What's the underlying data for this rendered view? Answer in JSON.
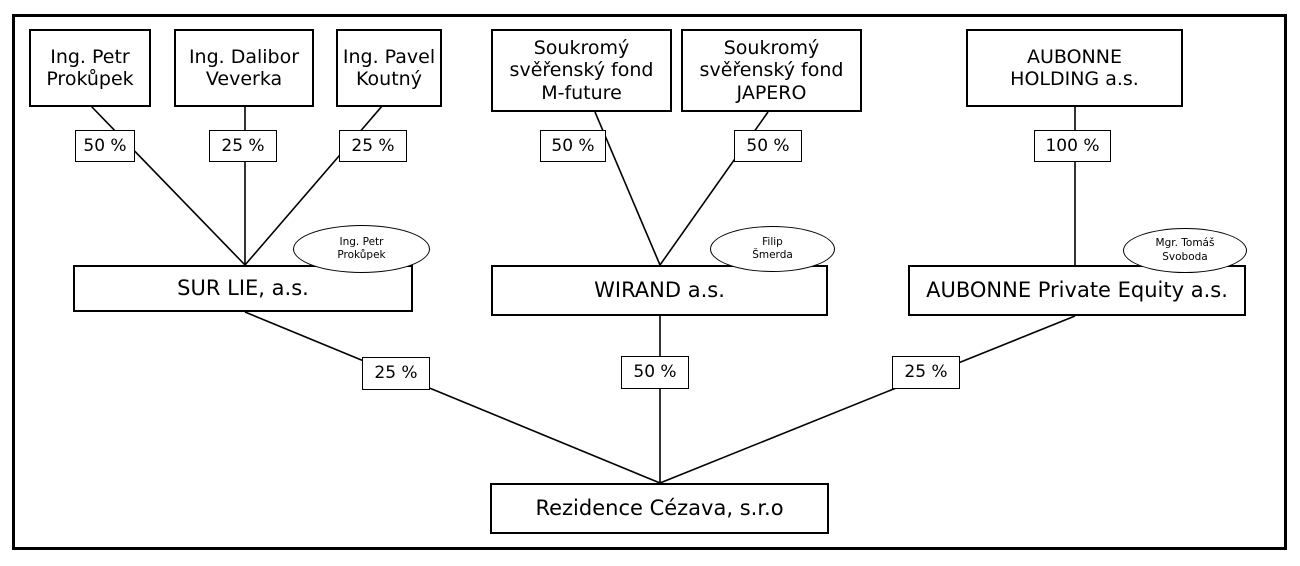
{
  "owners": {
    "petr": "Ing. Petr\nProkůpek",
    "dalibor": "Ing. Dalibor\nVeverka",
    "pavel": "Ing. Pavel\nKoutný",
    "mfuture": "Soukromý\nsvěřenský fond\nM-future",
    "japero": "Soukromý\nsvěřenský fond\nJAPERO",
    "aubonne_holding": "AUBONNE\nHOLDING a.s."
  },
  "companies": {
    "surlie": "SUR LIE, a.s.",
    "wirand": "WIRAND a.s.",
    "aubonne_pe": "AUBONNE Private Equity a.s.",
    "rezidence": "Rezidence Cézava, s.r.o"
  },
  "shares": {
    "petr_surlie": "50 %",
    "dalibor_surlie": "25 %",
    "pavel_surlie": "25 %",
    "mfuture_wirand": "50 %",
    "japero_wirand": "50 %",
    "holding_aubonne_pe": "100 %",
    "surlie_rezidence": "25 %",
    "wirand_rezidence": "50 %",
    "aubonne_pe_rezidence": "25 %"
  },
  "representatives": {
    "surlie": "Ing. Petr\nProkůpek",
    "wirand": "Filip\nŠmerda",
    "aubonne_pe": "Mgr. Tomáš\nSvoboda"
  }
}
